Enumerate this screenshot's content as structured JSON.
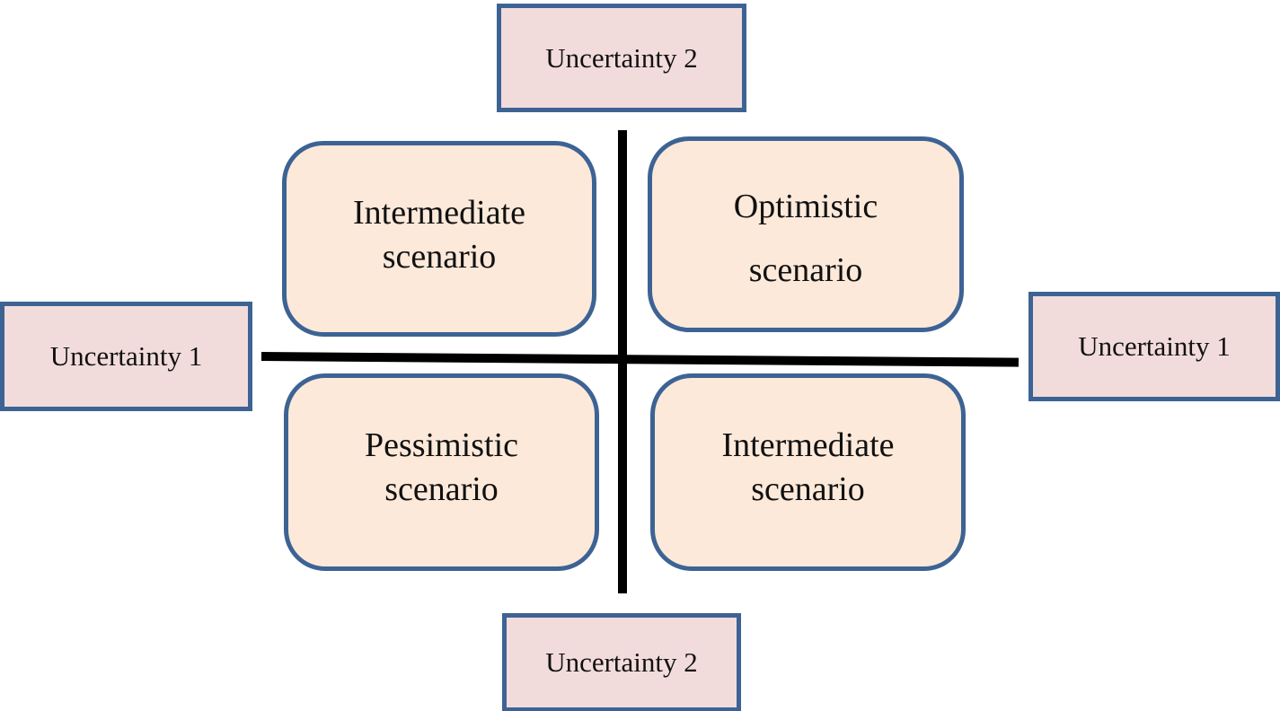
{
  "labels": {
    "top": "Uncertainty 2",
    "bottom": "Uncertainty 2",
    "left": "Uncertainty 1",
    "right": "Uncertainty 1"
  },
  "quadrants": {
    "top_left": {
      "line1": "Intermediate",
      "line2": "scenario"
    },
    "top_right": {
      "line1": "Optimistic",
      "line2": "scenario"
    },
    "bottom_left": {
      "line1": "Pessimistic",
      "line2": "scenario"
    },
    "bottom_right": {
      "line1": "Intermediate",
      "line2": "scenario"
    }
  },
  "colors": {
    "label_fill": "#f2dcdb",
    "scenario_fill": "#fce9da",
    "border": "#3d6394",
    "axis": "#000000"
  }
}
